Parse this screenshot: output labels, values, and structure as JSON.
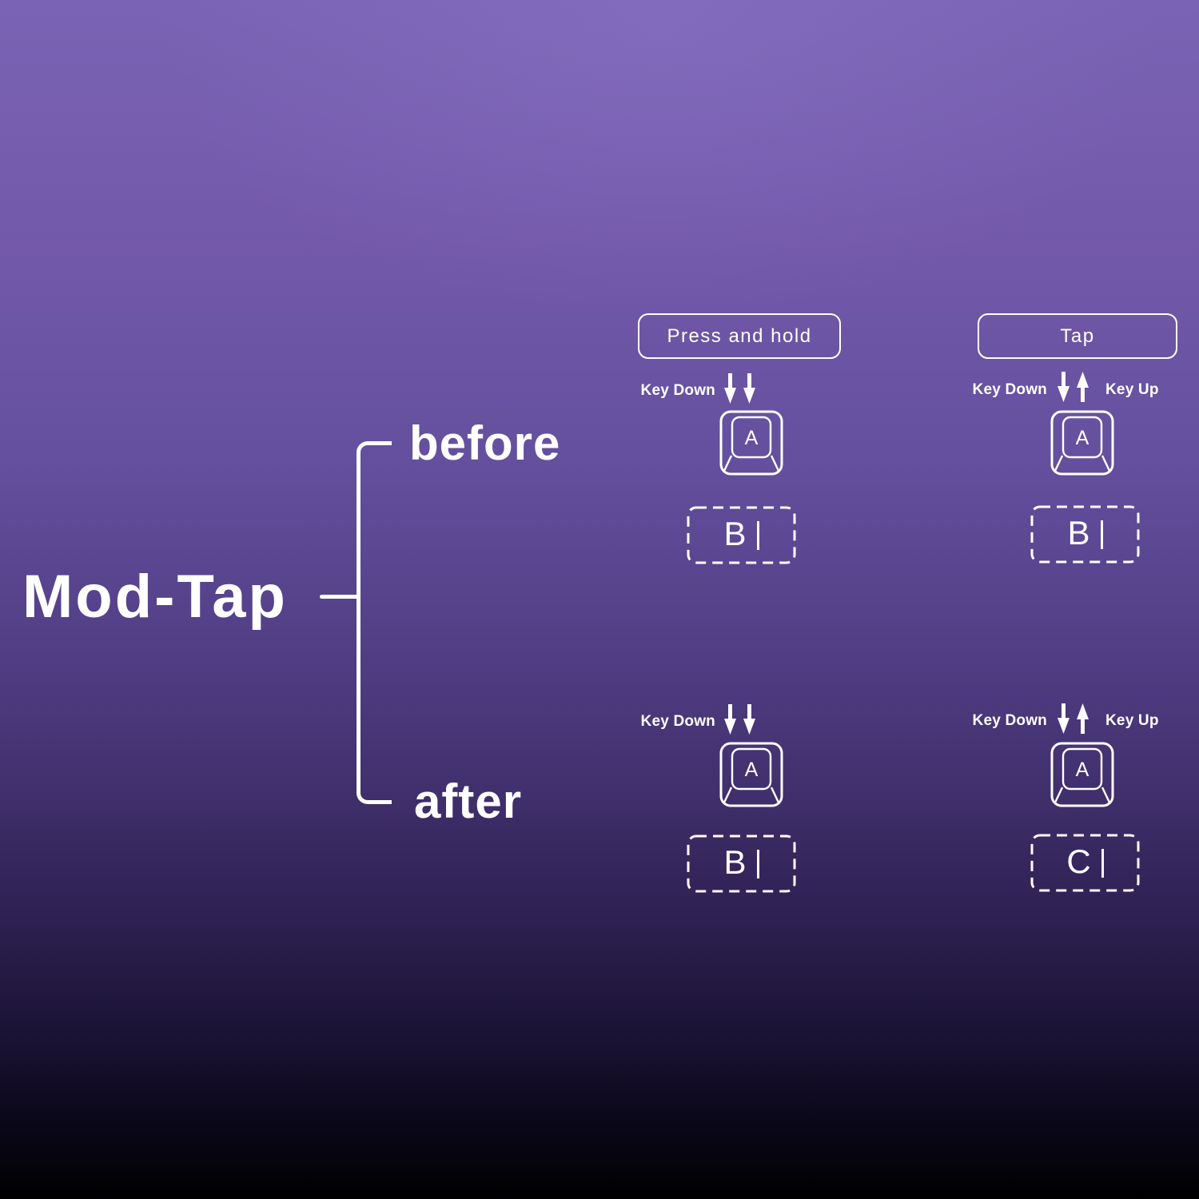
{
  "page": {
    "title": "Mod-Tap"
  },
  "branches": {
    "before_label": "before",
    "after_label": "after"
  },
  "labels": {
    "key_down": "Key Down",
    "key_up": "Key Up"
  },
  "panels": {
    "before_hold": {
      "header": "Press and hold",
      "keycap_letter": "A",
      "output_letter": "B"
    },
    "before_tap": {
      "header": "Tap",
      "keycap_letter": "A",
      "output_letter": "B"
    },
    "after_hold": {
      "keycap_letter": "A",
      "output_letter": "B"
    },
    "after_tap": {
      "keycap_letter": "A",
      "output_letter": "C"
    }
  },
  "colors": {
    "foreground": "#ffffff",
    "background_top": "#7a63b4",
    "background_bottom": "#000000"
  }
}
